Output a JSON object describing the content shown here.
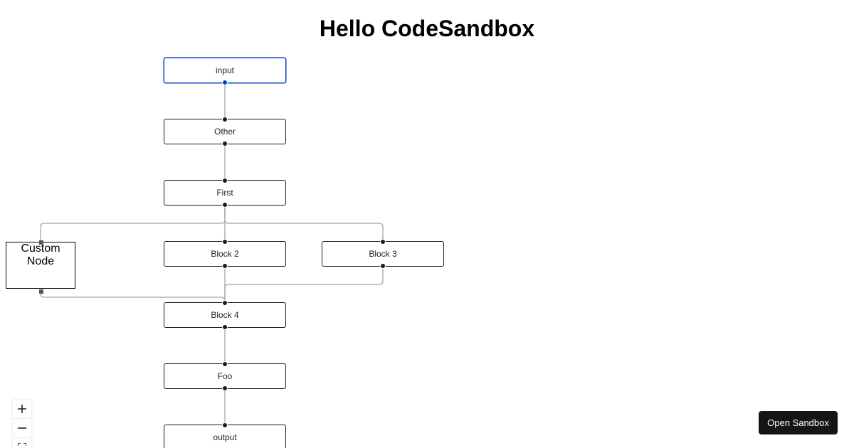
{
  "page": {
    "title": "Hello CodeSandbox"
  },
  "flow": {
    "nodes": {
      "input": {
        "label": "input"
      },
      "other": {
        "label": "Other"
      },
      "first": {
        "label": "First"
      },
      "custom": {
        "label": "Custom Node"
      },
      "block2": {
        "label": "Block 2"
      },
      "block3": {
        "label": "Block 3"
      },
      "block4": {
        "label": "Block 4"
      },
      "foo": {
        "label": "Foo"
      },
      "output": {
        "label": "output"
      }
    },
    "edges": [
      {
        "source": "input",
        "target": "other"
      },
      {
        "source": "other",
        "target": "first"
      },
      {
        "source": "first",
        "target": "custom"
      },
      {
        "source": "first",
        "target": "block2"
      },
      {
        "source": "first",
        "target": "block3"
      },
      {
        "source": "custom",
        "target": "block4"
      },
      {
        "source": "block2",
        "target": "block4"
      },
      {
        "source": "block3",
        "target": "block4"
      },
      {
        "source": "block4",
        "target": "foo"
      },
      {
        "source": "foo",
        "target": "output"
      }
    ],
    "selected_node": "input"
  },
  "controls": {
    "zoom_in_icon": "plus-icon",
    "zoom_out_icon": "minus-icon",
    "fit_view_icon": "fit-view-icon"
  },
  "sandbox_button": {
    "label": "Open Sandbox"
  },
  "colors": {
    "node_border": "#1a192b",
    "selected_border": "#0041d0",
    "edge": "#b1b1b7",
    "button_bg": "#151515"
  }
}
